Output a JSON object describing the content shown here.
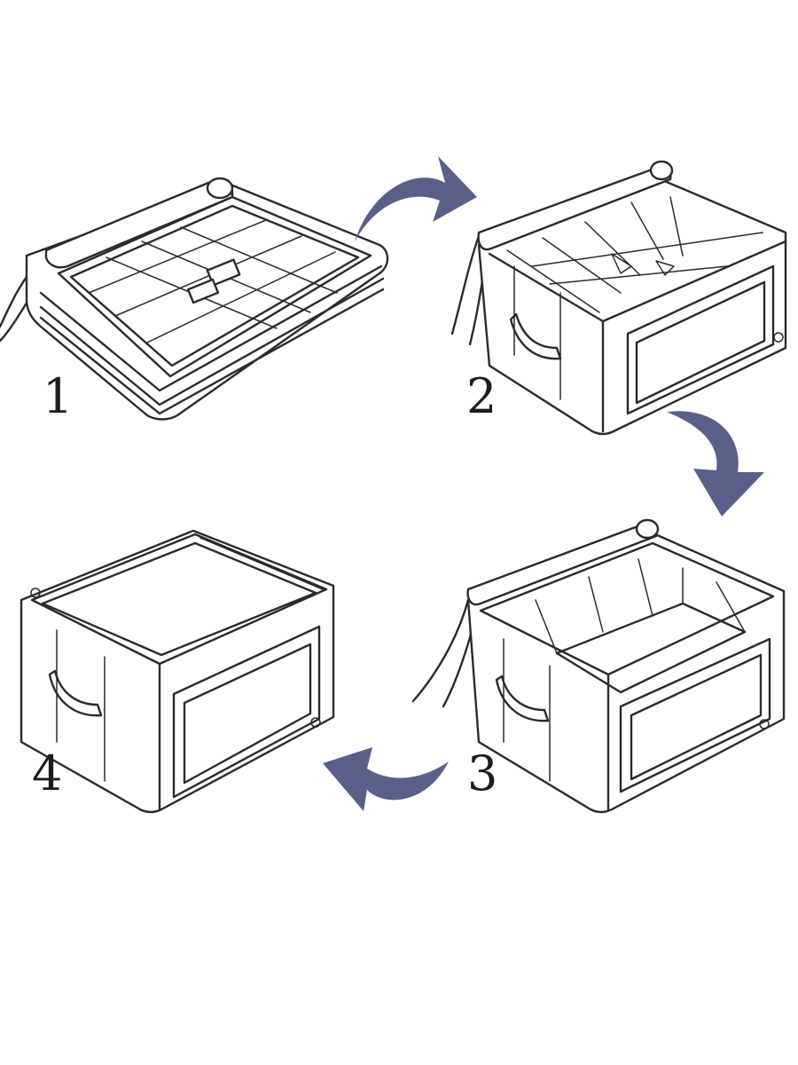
{
  "steps": [
    {
      "number": "1",
      "state": "folded-flat"
    },
    {
      "number": "2",
      "state": "unfolding"
    },
    {
      "number": "3",
      "state": "open-frame"
    },
    {
      "number": "4",
      "state": "closed-with-lid"
    }
  ],
  "arrow_color": "#5a5f8a",
  "arrows": [
    {
      "name": "arrow-1-to-2",
      "direction": "curved-right"
    },
    {
      "name": "arrow-2-to-3",
      "direction": "curved-down"
    },
    {
      "name": "arrow-3-to-4",
      "direction": "curved-left"
    }
  ]
}
